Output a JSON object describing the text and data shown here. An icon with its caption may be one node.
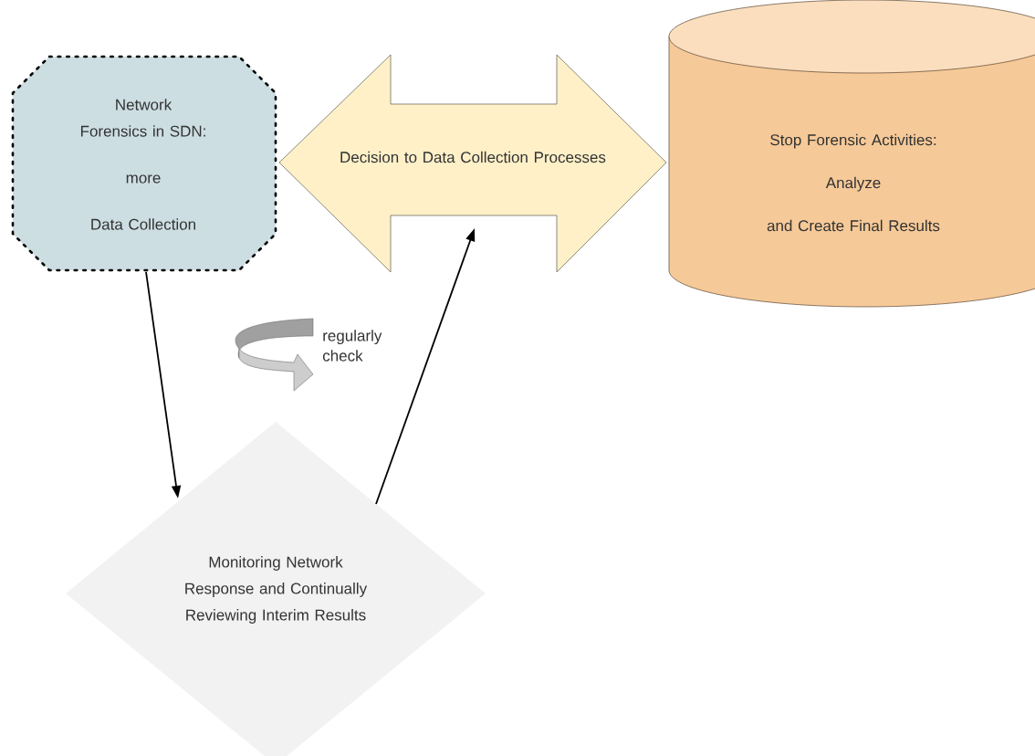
{
  "diagram": {
    "nodes": [
      {
        "text": [
          "Network Forensics in SDN:",
          "more",
          "Data Collection"
        ]
      },
      {
        "text": [
          "Decision to Data Collection Processes"
        ]
      },
      {
        "text": [
          "Stop Forensic Activities:",
          "Analyze",
          "and Create Final Results"
        ]
      },
      {
        "text": [
          "Monitoring Network Response and Continually Reviewing Interim Results"
        ]
      }
    ],
    "edges": [
      {
        "from": 0,
        "to": 3,
        "arrow": "to"
      },
      {
        "from": 3,
        "to": 1,
        "arrow": "to"
      }
    ],
    "labels": [
      "regularly check"
    ]
  }
}
